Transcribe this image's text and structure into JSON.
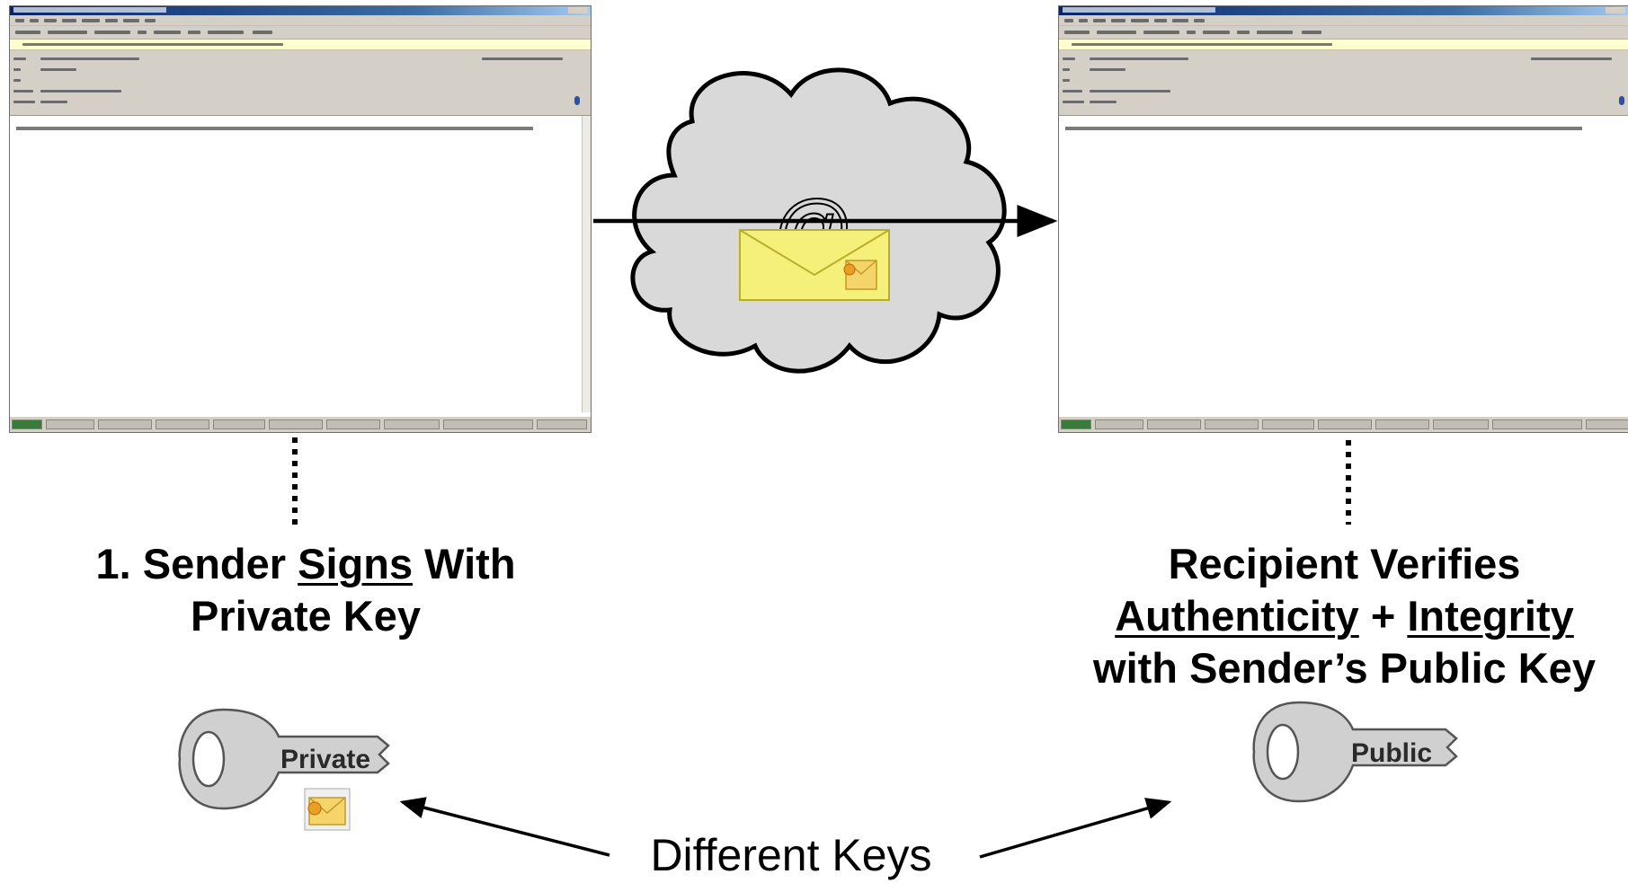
{
  "sender_caption": {
    "number": "1.",
    "prefix": "Sender",
    "verb": "Signs",
    "line1_suffix": "With",
    "line2": "Private Key"
  },
  "recipient_caption": {
    "line1": "Recipient Verifies",
    "authenticity": "Authenticity",
    "plus": "+",
    "integrity": "Integrity",
    "line3": "with Sender’s Public Key"
  },
  "private_key": {
    "label": "Private"
  },
  "public_key": {
    "label": "Public"
  },
  "different_keys": "Different Keys",
  "email_symbol": "@",
  "colors": {
    "cloud_fill": "#d9d9d9",
    "key_fill": "#d0d0d0",
    "envelope_fill": "#f5f07a",
    "arrow": "#000000"
  },
  "icons": [
    "email-window",
    "cloud-icon",
    "envelope-icon",
    "at-sign-icon",
    "key-icon",
    "certificate-icon",
    "arrow-icon"
  ]
}
